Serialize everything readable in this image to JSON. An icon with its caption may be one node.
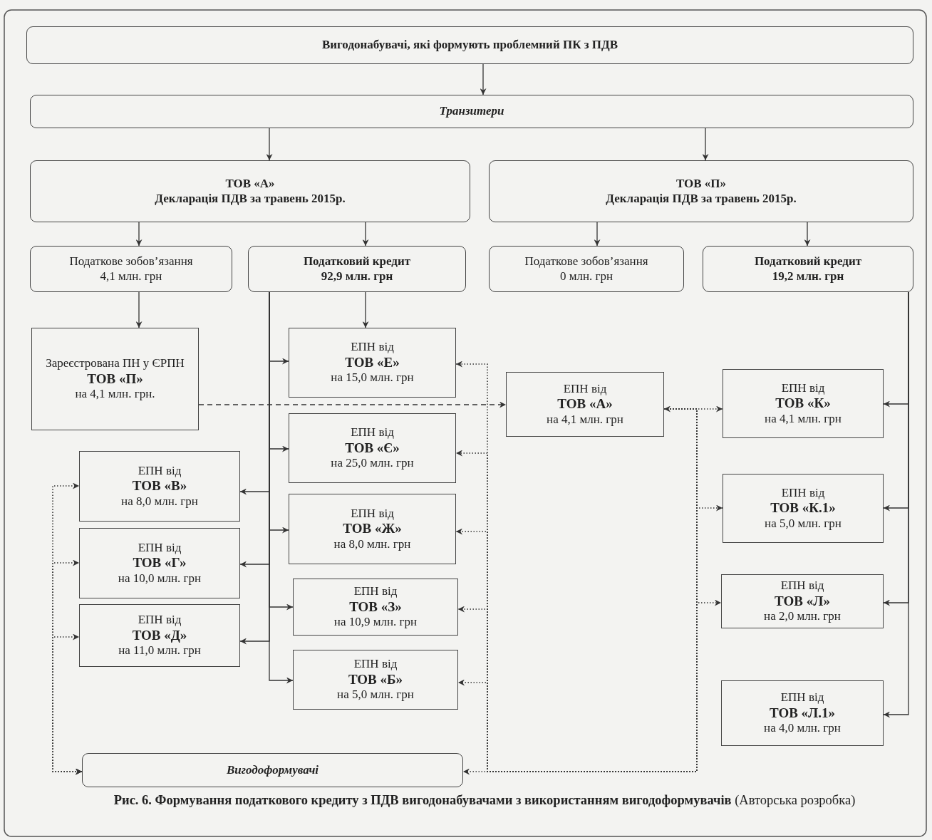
{
  "diagram": {
    "caption": "**Рис. 6. Формування податкового кредиту з ПДВ вигодонабувачами з використанням вигодоформувачів** (Авторська розробка)",
    "nodes": [
      {
        "text": [
          "Вигодонабувачі, які формують проблемний ПК з ПДВ"
        ]
      },
      {
        "text": [
          "Транзитери"
        ]
      },
      {
        "text": [
          "ТОВ «А»",
          "Декларація ПДВ за травень 2015р."
        ]
      },
      {
        "text": [
          "ТОВ «П»",
          "Декларація ПДВ за травень 2015р."
        ]
      },
      {
        "text": [
          "Податкове зобов’язання",
          "4,1 млн. грн"
        ]
      },
      {
        "text": [
          "Податковий кредит",
          "92,9 млн. грн"
        ]
      },
      {
        "text": [
          "Податкове зобов’язання",
          "0 млн. грн"
        ]
      },
      {
        "text": [
          "Податковий кредит",
          "19,2 млн. грн"
        ]
      },
      {
        "text": [
          "Зареєстрована ПН у ЄРПН",
          "ТОВ «П»",
          "на 4,1 млн. грн."
        ]
      },
      {
        "text": [
          "ЕПН від",
          "ТОВ «Е»",
          "на 15,0 млн. грн"
        ]
      },
      {
        "text": [
          "ЕПН від",
          "ТОВ «А»",
          "на 4,1 млн. грн"
        ]
      },
      {
        "text": [
          "ЕПН від",
          "ТОВ «К»",
          "на 4,1 млн. грн"
        ]
      },
      {
        "text": [
          "ЕПН від",
          "ТОВ «Є»",
          "на 25,0 млн. грн"
        ]
      },
      {
        "text": [
          "ЕПН від",
          "ТОВ «В»",
          "на 8,0 млн. грн"
        ]
      },
      {
        "text": [
          "ЕПН від",
          "ТОВ «Ж»",
          "на 8,0 млн. грн"
        ]
      },
      {
        "text": [
          "ЕПН від",
          "ТОВ «К.1»",
          "на 5,0 млн. грн"
        ]
      },
      {
        "text": [
          "ЕПН від",
          "ТОВ «Г»",
          "на 10,0 млн. грн"
        ]
      },
      {
        "text": [
          "ЕПН від",
          "ТОВ «З»",
          "на 10,9 млн. грн"
        ]
      },
      {
        "text": [
          "ЕПН від",
          "ТОВ «Л»",
          "на 2,0 млн. грн"
        ]
      },
      {
        "text": [
          "ЕПН від",
          "ТОВ «Д»",
          "на 11,0 млн. грн"
        ]
      },
      {
        "text": [
          "ЕПН від",
          "ТОВ «Б»",
          "на 5,0 млн. грн"
        ]
      },
      {
        "text": [
          "ЕПН від",
          "ТОВ «Л.1»",
          "на 4,0 млн. грн"
        ]
      },
      {
        "text": [
          "Вигодоформувачі"
        ]
      }
    ],
    "edges": [
      {
        "from": 0,
        "to": 1,
        "arrow": "to"
      },
      {
        "from": 1,
        "to": 2,
        "arrow": "to"
      },
      {
        "from": 1,
        "to": 3,
        "arrow": "to"
      },
      {
        "from": 2,
        "to": 4,
        "arrow": "to"
      },
      {
        "from": 2,
        "to": 5,
        "arrow": "to"
      },
      {
        "from": 3,
        "to": 6,
        "arrow": "to"
      },
      {
        "from": 3,
        "to": 7,
        "arrow": "to"
      },
      {
        "from": 4,
        "to": 8,
        "arrow": "to"
      },
      {
        "from": 5,
        "to": 9,
        "arrow": "to"
      },
      {
        "from": 5,
        "to": 9,
        "arrow": "to"
      },
      {
        "from": 5,
        "to": 12,
        "arrow": "to"
      },
      {
        "from": 5,
        "to": 14,
        "arrow": "to"
      },
      {
        "from": 5,
        "to": 17,
        "arrow": "to"
      },
      {
        "from": 5,
        "to": 20,
        "arrow": "to"
      },
      {
        "from": 5,
        "to": 13,
        "arrow": "to"
      },
      {
        "from": 5,
        "to": 16,
        "arrow": "to"
      },
      {
        "from": 5,
        "to": 19,
        "arrow": "to"
      },
      {
        "from": 7,
        "to": 11,
        "arrow": "to"
      },
      {
        "from": 7,
        "to": 15,
        "arrow": "to"
      },
      {
        "from": 7,
        "to": 18,
        "arrow": "to"
      },
      {
        "from": 7,
        "to": 21,
        "arrow": "to"
      },
      {
        "from": 8,
        "to": 10,
        "arrow": "to",
        "style": "dashed"
      },
      {
        "from": 10,
        "to": 11,
        "arrow": "both",
        "style": "dashed"
      },
      {
        "from": 10,
        "to": 15,
        "arrow": "to",
        "style": "dashed"
      },
      {
        "from": 10,
        "to": 18,
        "arrow": "to",
        "style": "dashed"
      },
      {
        "from": 10,
        "to": 9,
        "arrow": "to",
        "style": "dashed"
      },
      {
        "from": 10,
        "to": 12,
        "arrow": "to",
        "style": "dashed"
      },
      {
        "from": 10,
        "to": 14,
        "arrow": "to",
        "style": "dashed"
      },
      {
        "from": 10,
        "to": 17,
        "arrow": "to",
        "style": "dashed"
      },
      {
        "from": 10,
        "to": 20,
        "arrow": "to",
        "style": "dashed"
      },
      {
        "from": 10,
        "to": 22,
        "arrow": "to",
        "style": "dashed"
      },
      {
        "from": 22,
        "to": 13,
        "arrow": "both",
        "style": "dashed"
      },
      {
        "from": 22,
        "to": 16,
        "arrow": "both",
        "style": "dashed"
      },
      {
        "from": 22,
        "to": 19,
        "arrow": "both",
        "style": "dashed"
      }
    ]
  }
}
